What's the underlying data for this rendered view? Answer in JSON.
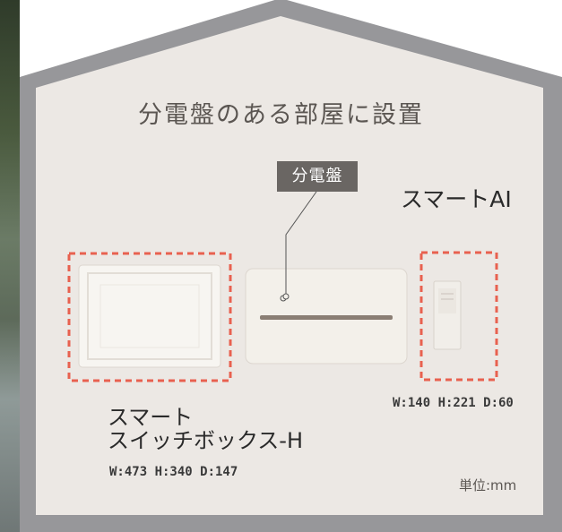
{
  "heading": "分電盤のある部屋に設置",
  "callout": {
    "label": "分電盤"
  },
  "smart_ai": {
    "name": "スマートAI",
    "dimensions": "W:140 H:221 D:60"
  },
  "switch_box": {
    "name_line1": "スマート",
    "name_line2": "スイッチボックス-H",
    "dimensions": "W:473 H:340 D:147"
  },
  "unit_note": "単位:mm",
  "colors": {
    "house_frame": "#97979a",
    "wall": "#ece8e4",
    "highlight_dash": "#e8614f",
    "callout_bg": "#6a6663"
  }
}
